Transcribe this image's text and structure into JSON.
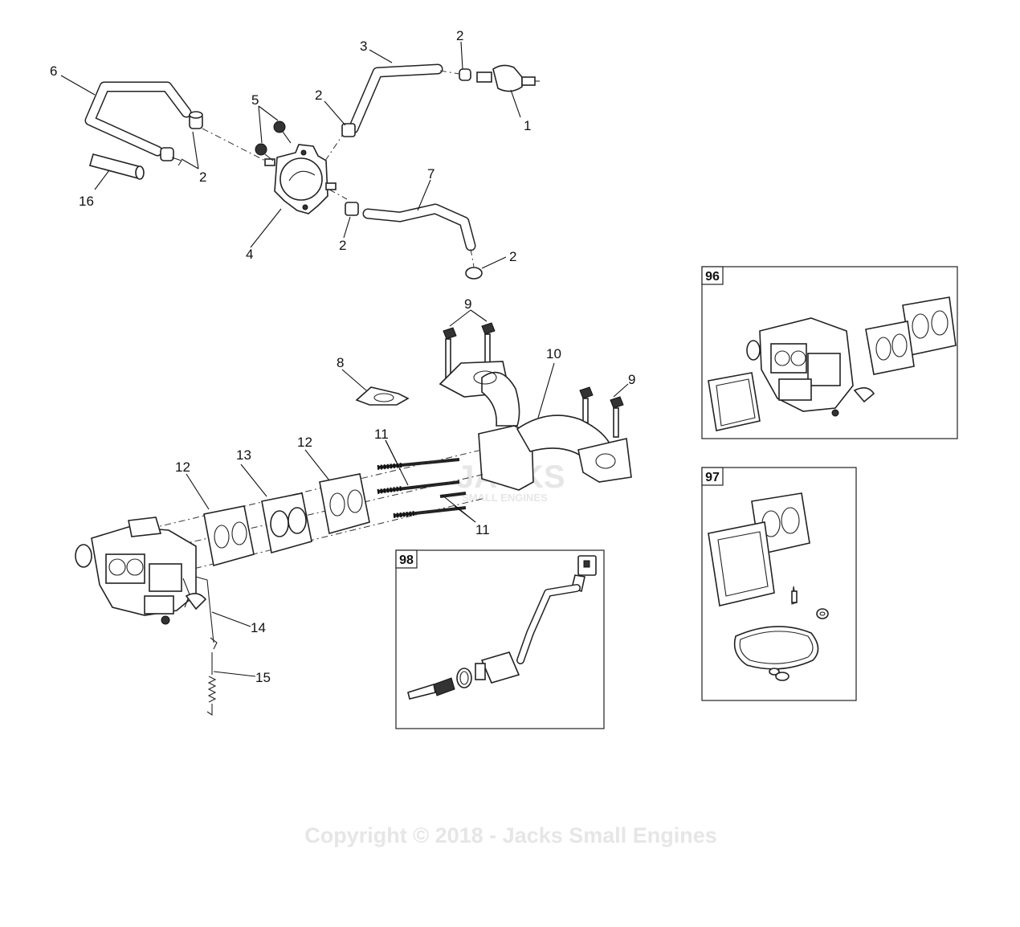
{
  "watermark": {
    "logo_main": "JACKS",
    "logo_sub": "SMALL ENGINES",
    "copyright": "Copyright © 2018 - Jacks Small Engines"
  },
  "callouts": {
    "c1": "1",
    "c2a": "2",
    "c2b": "2",
    "c2c": "2",
    "c2d": "2",
    "c2e": "2",
    "c3": "3",
    "c4": "4",
    "c5": "5",
    "c6": "6",
    "c7": "7",
    "c8": "8",
    "c9a": "9",
    "c9b": "9",
    "c10": "10",
    "c11a": "11",
    "c11b": "11",
    "c12a": "12",
    "c12b": "12",
    "c13": "13",
    "c14": "14",
    "c15": "15",
    "c16": "16"
  },
  "kit_boxes": {
    "kit96": "96",
    "kit97": "97",
    "kit98": "98"
  }
}
